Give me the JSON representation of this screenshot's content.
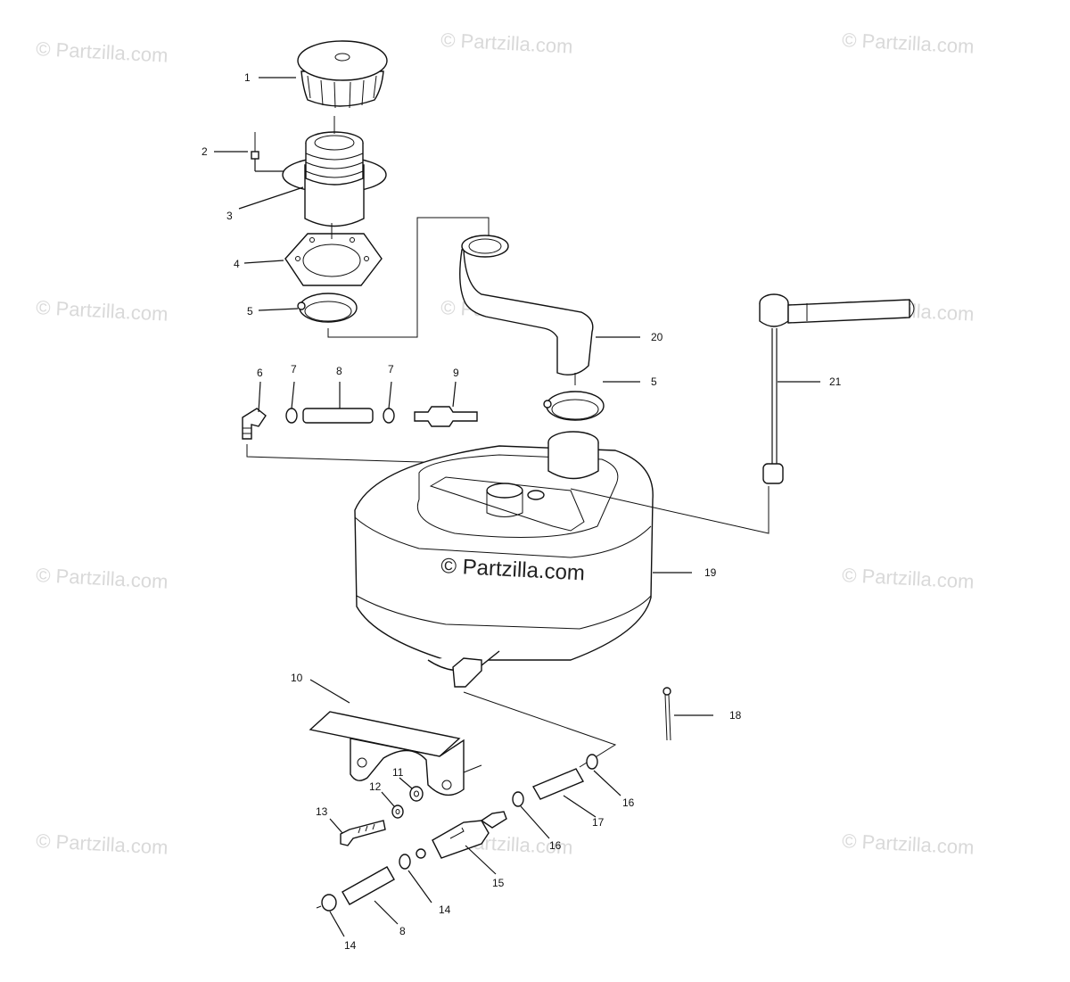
{
  "watermark": "© Partzilla.com",
  "center_watermark": "© Partzilla.com",
  "callouts": {
    "c1": "1",
    "c2": "2",
    "c3": "3",
    "c4": "4",
    "c5a": "5",
    "c5b": "5",
    "c6": "6",
    "c7a": "7",
    "c7b": "7",
    "c8a": "8",
    "c8b": "8",
    "c9": "9",
    "c10": "10",
    "c11": "11",
    "c12": "12",
    "c13": "13",
    "c14a": "14",
    "c14b": "14",
    "c15": "15",
    "c16a": "16",
    "c16b": "16",
    "c17": "17",
    "c18": "18",
    "c19": "19",
    "c20": "20",
    "c21": "21"
  },
  "icons": {
    "cap": "fuel-cap-icon",
    "neck": "filler-neck-icon",
    "tank": "fuel-tank-icon"
  }
}
